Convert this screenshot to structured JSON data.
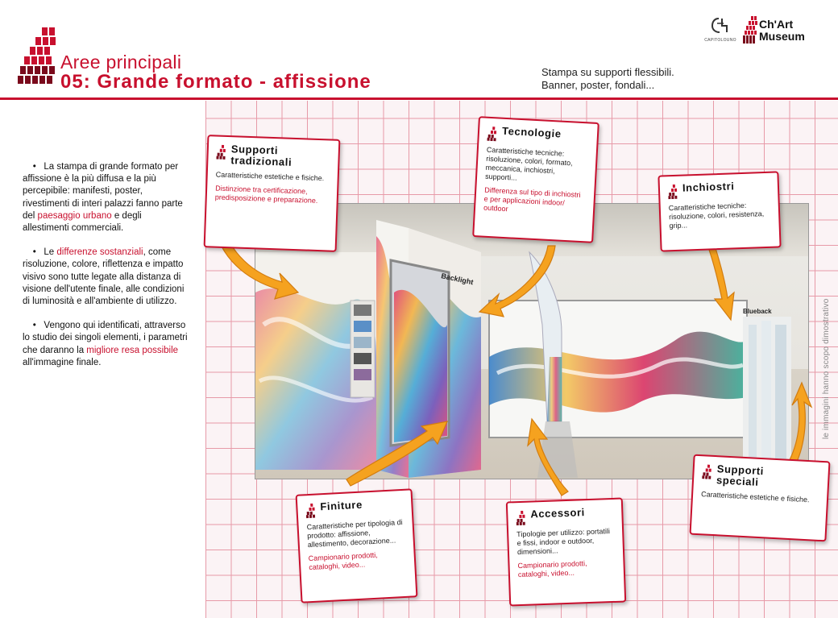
{
  "header": {
    "title_small": "Aree principali",
    "title_big": "05: Grande formato - affissione",
    "subtitle_line1": "Stampa su supporti flessibili.",
    "subtitle_line2": "Banner, poster, fondali..."
  },
  "brands": {
    "museum_line1": "Ch'Art",
    "museum_line2": "Museum",
    "capitol_symbol": "c̵̑",
    "capitol_label": "CAPITOLOUNO"
  },
  "intro": {
    "p1_a": "La stampa di grande formato per affissione è la più diffusa e la più percepibile: manifesti, poster, rivestimenti di interi palazzi fanno parte del ",
    "p1_hl": "paesaggio urbano",
    "p1_b": " e degli allestimenti commerciali.",
    "p2_a": "Le ",
    "p2_hl": "differenze sostanziali",
    "p2_b": ", come risoluzione, colore, riflettenza e impatto visivo sono tutte legate alla distanza di visione dell'utente finale, alle condizioni di luminosità e all'ambiente di utilizzo.",
    "p3_a": "Vengono qui identificati, attraverso lo studio dei singoli elementi, i parametri che daranno la ",
    "p3_hl": "migliore resa possibile",
    "p3_b": " all'immagine finale."
  },
  "photo_labels": {
    "backlight": "Backlight",
    "blueback": "Blueback"
  },
  "vertical_note": "le immagini hanno scopo dimostrativo",
  "cards": {
    "supporti_tradizionali": {
      "title_line1": "Supporti",
      "title_line2": "tradizionali",
      "desc": "Caratteristiche estetiche e fisiche.",
      "red": "Distinzione tra certificazione, predisposizione e preparazione."
    },
    "tecnologie": {
      "title": "Tecnologie",
      "desc": "Caratteristiche tecniche: risoluzione, colori, formato, meccanica, inchiostri, supporti...",
      "red": "Differenza sul tipo di inchiostri e per applicazioni indoor/ outdoor"
    },
    "inchiostri": {
      "title": "Inchiostri",
      "desc": "Caratteristiche tecniche: risoluzione, colori, resistenza, grip..."
    },
    "finiture": {
      "title": "Finiture",
      "desc": "Caratteristiche per tipologia di prodotto: affissione, allestimento, decorazione...",
      "red": "Campionario prodotti, cataloghi, video..."
    },
    "accessori": {
      "title": "Accessori",
      "desc": "Tipologie per utilizzo: portatili e fissi, indoor e outdoor, dimensioni...",
      "red": "Campionario prodotti, cataloghi, video..."
    },
    "supporti_speciali": {
      "title_line1": "Supporti",
      "title_line2": "speciali",
      "desc": "Caratteristiche estetiche e fisiche."
    }
  },
  "colors": {
    "accent": "#c8102e",
    "grid_line": "#e79aa8",
    "arrow": "#f5a21f"
  },
  "icons": [
    "museum-logo-icon",
    "capitolouno-logo-icon",
    "section-mark-icon",
    "arrow-icon"
  ]
}
